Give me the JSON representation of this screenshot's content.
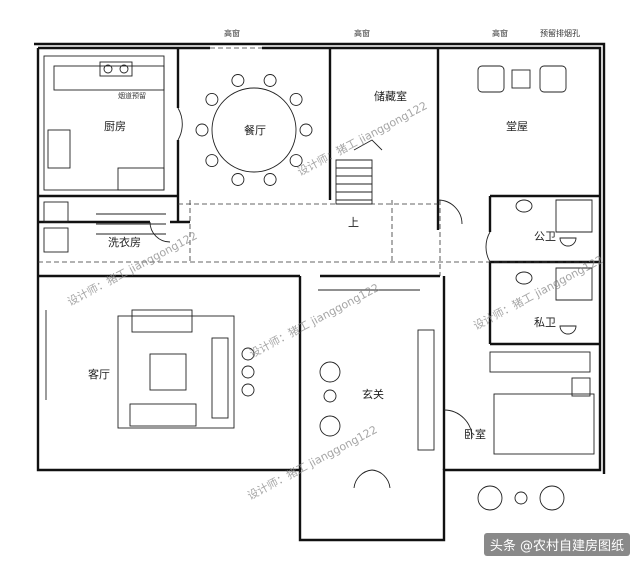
{
  "labels": {
    "top_window_left": "高窗",
    "top_window_mid": "高窗",
    "top_window_right": "高窗",
    "reserved_exhaust": "预留排烟孔",
    "flue_reserved": "烟道预留",
    "kitchen": "厨房",
    "dining": "餐厅",
    "storage": "储藏室",
    "hall": "堂屋",
    "laundry": "洗衣房",
    "up": "上",
    "public_bath": "公卫",
    "private_bath": "私卫",
    "living": "客厅",
    "entrance": "玄关",
    "bedroom": "卧室"
  },
  "watermarks": [
    "设计师：猪工 jianggong122",
    "设计师：猪工 jianggong122",
    "设计师：猪工 jianggong122",
    "设计师：猪工 jianggong122",
    "设计师：猪工 jianggong122"
  ],
  "credit": "头条 @农村自建房图纸",
  "colors": {
    "wall": "#111111",
    "line": "#222222",
    "watermark": "#888888",
    "background": "#ffffff"
  }
}
